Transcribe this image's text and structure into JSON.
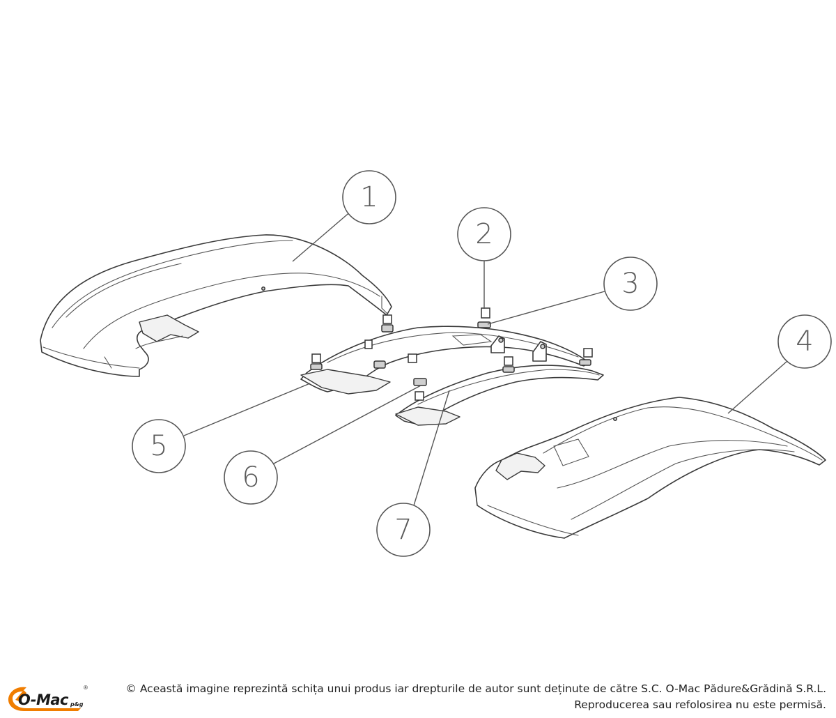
{
  "callouts": [
    {
      "label": "1",
      "part": "left fender"
    },
    {
      "label": "2",
      "part": "bolt"
    },
    {
      "label": "3",
      "part": "nut"
    },
    {
      "label": "4",
      "part": "right fender"
    },
    {
      "label": "5",
      "part": "left bracket"
    },
    {
      "label": "6",
      "part": "bolt"
    },
    {
      "label": "7",
      "part": "right bracket"
    }
  ],
  "footer": {
    "logo_text": "O-Mac",
    "logo_sub": "p&g",
    "logo_reg": "®",
    "copyright_line1": "© Această imagine reprezintă schița unui produs iar drepturile de autor sunt deținute de către S.C. O-Mac Pădure&Grădină S.R.L.",
    "copyright_line2": "Reproducerea sau refolosirea nu este permisă."
  },
  "colors": {
    "logo_accent": "#f07d00",
    "line": "#3a3a3a"
  }
}
